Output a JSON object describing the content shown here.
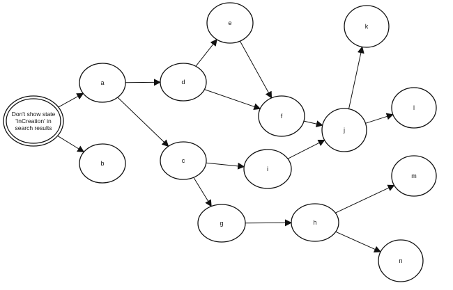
{
  "diagram": {
    "nodes": [
      {
        "id": "root",
        "label_lines": [
          "Don't show state",
          "'InCreation' in",
          "search results"
        ],
        "double_border": true
      },
      {
        "id": "a",
        "label_lines": [
          "a"
        ]
      },
      {
        "id": "b",
        "label_lines": [
          "b"
        ]
      },
      {
        "id": "c",
        "label_lines": [
          "c"
        ]
      },
      {
        "id": "d",
        "label_lines": [
          "d"
        ]
      },
      {
        "id": "e",
        "label_lines": [
          "e"
        ]
      },
      {
        "id": "f",
        "label_lines": [
          "f"
        ]
      },
      {
        "id": "g",
        "label_lines": [
          "g"
        ]
      },
      {
        "id": "h",
        "label_lines": [
          "h"
        ]
      },
      {
        "id": "i",
        "label_lines": [
          "i"
        ]
      },
      {
        "id": "j",
        "label_lines": [
          "j"
        ]
      },
      {
        "id": "k",
        "label_lines": [
          "k"
        ]
      },
      {
        "id": "l",
        "label_lines": [
          "l"
        ]
      },
      {
        "id": "m",
        "label_lines": [
          "m"
        ]
      },
      {
        "id": "n",
        "label_lines": [
          "n"
        ]
      }
    ],
    "edges": [
      {
        "from": "root",
        "to": "a"
      },
      {
        "from": "root",
        "to": "b"
      },
      {
        "from": "a",
        "to": "d"
      },
      {
        "from": "a",
        "to": "c"
      },
      {
        "from": "d",
        "to": "e"
      },
      {
        "from": "d",
        "to": "f"
      },
      {
        "from": "e",
        "to": "f"
      },
      {
        "from": "f",
        "to": "j"
      },
      {
        "from": "c",
        "to": "i"
      },
      {
        "from": "c",
        "to": "g"
      },
      {
        "from": "i",
        "to": "j"
      },
      {
        "from": "j",
        "to": "k"
      },
      {
        "from": "j",
        "to": "l"
      },
      {
        "from": "g",
        "to": "h"
      },
      {
        "from": "h",
        "to": "m"
      },
      {
        "from": "h",
        "to": "n"
      }
    ],
    "colors": {
      "stroke": "#111111",
      "fill": "#ffffff"
    }
  }
}
